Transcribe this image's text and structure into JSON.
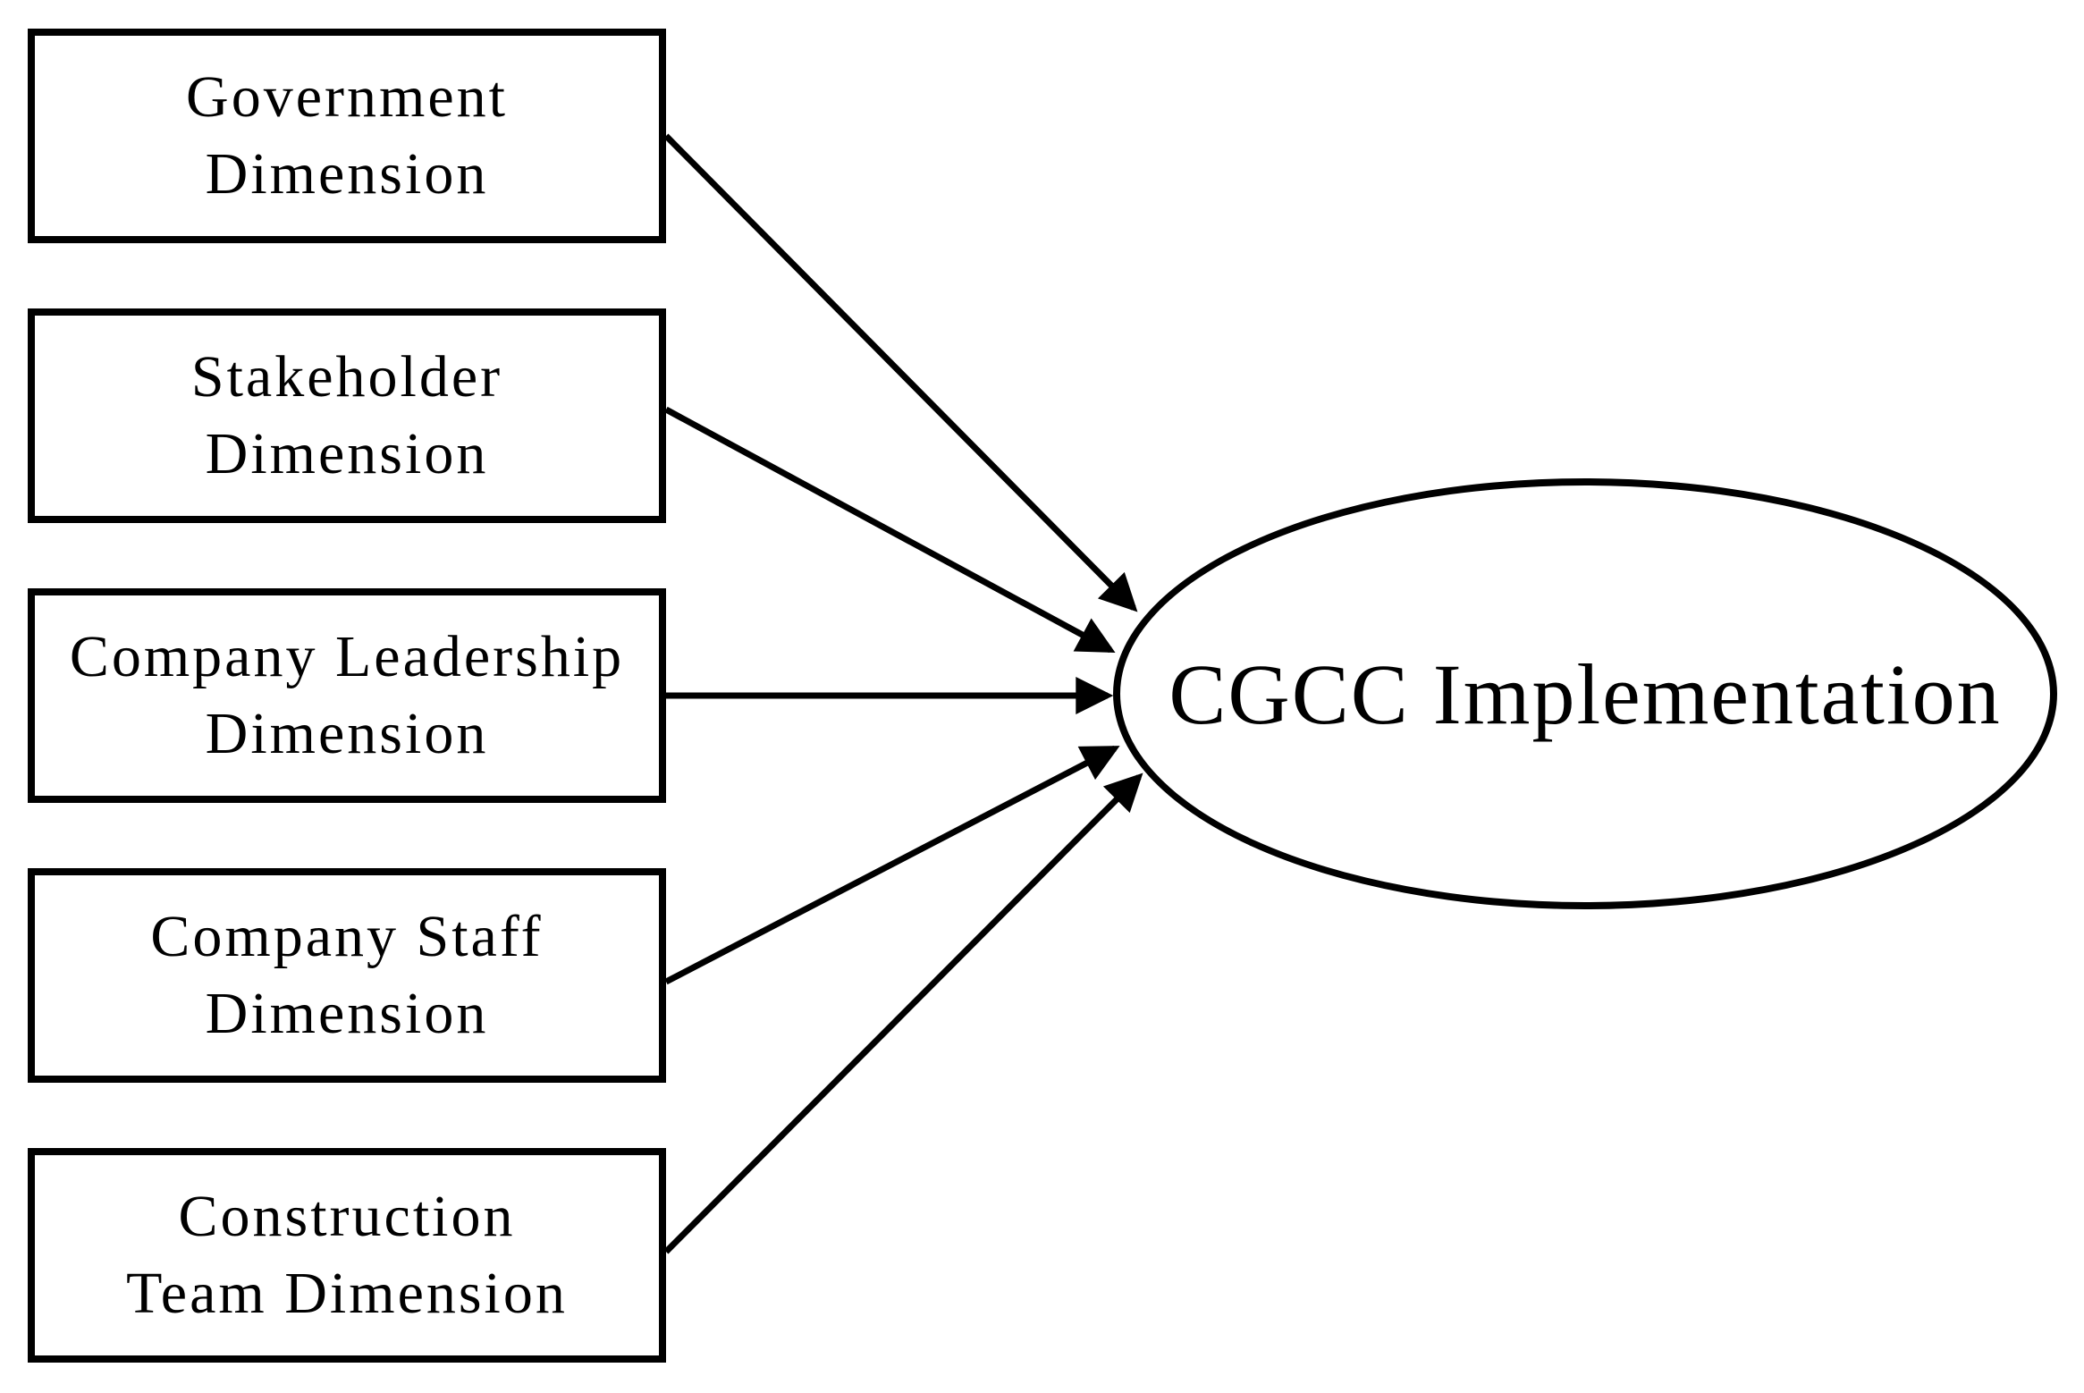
{
  "diagram": {
    "background_color": "#ffffff",
    "stroke_color": "#000000",
    "text_color": "#000000",
    "boxes": [
      {
        "id": "government-dimension",
        "line1": "Government",
        "line2": "Dimension"
      },
      {
        "id": "stakeholder-dimension",
        "line1": "Stakeholder",
        "line2": "Dimension"
      },
      {
        "id": "company-leadership-dimension",
        "line1": "Company Leadership",
        "line2": "Dimension"
      },
      {
        "id": "company-staff-dimension",
        "line1": "Company Staff",
        "line2": "Dimension"
      },
      {
        "id": "construction-team-dimension",
        "line1": "Construction",
        "line2": "Team Dimension"
      }
    ],
    "ellipse": {
      "label": "CGCC Implementation"
    },
    "edges": [
      {
        "from": "Government Dimension",
        "to": "CGCC Implementation"
      },
      {
        "from": "Stakeholder Dimension",
        "to": "CGCC Implementation"
      },
      {
        "from": "Company Leadership Dimension",
        "to": "CGCC Implementation"
      },
      {
        "from": "Company Staff Dimension",
        "to": "CGCC Implementation"
      },
      {
        "from": "Construction Team Dimension",
        "to": "CGCC Implementation"
      }
    ]
  }
}
